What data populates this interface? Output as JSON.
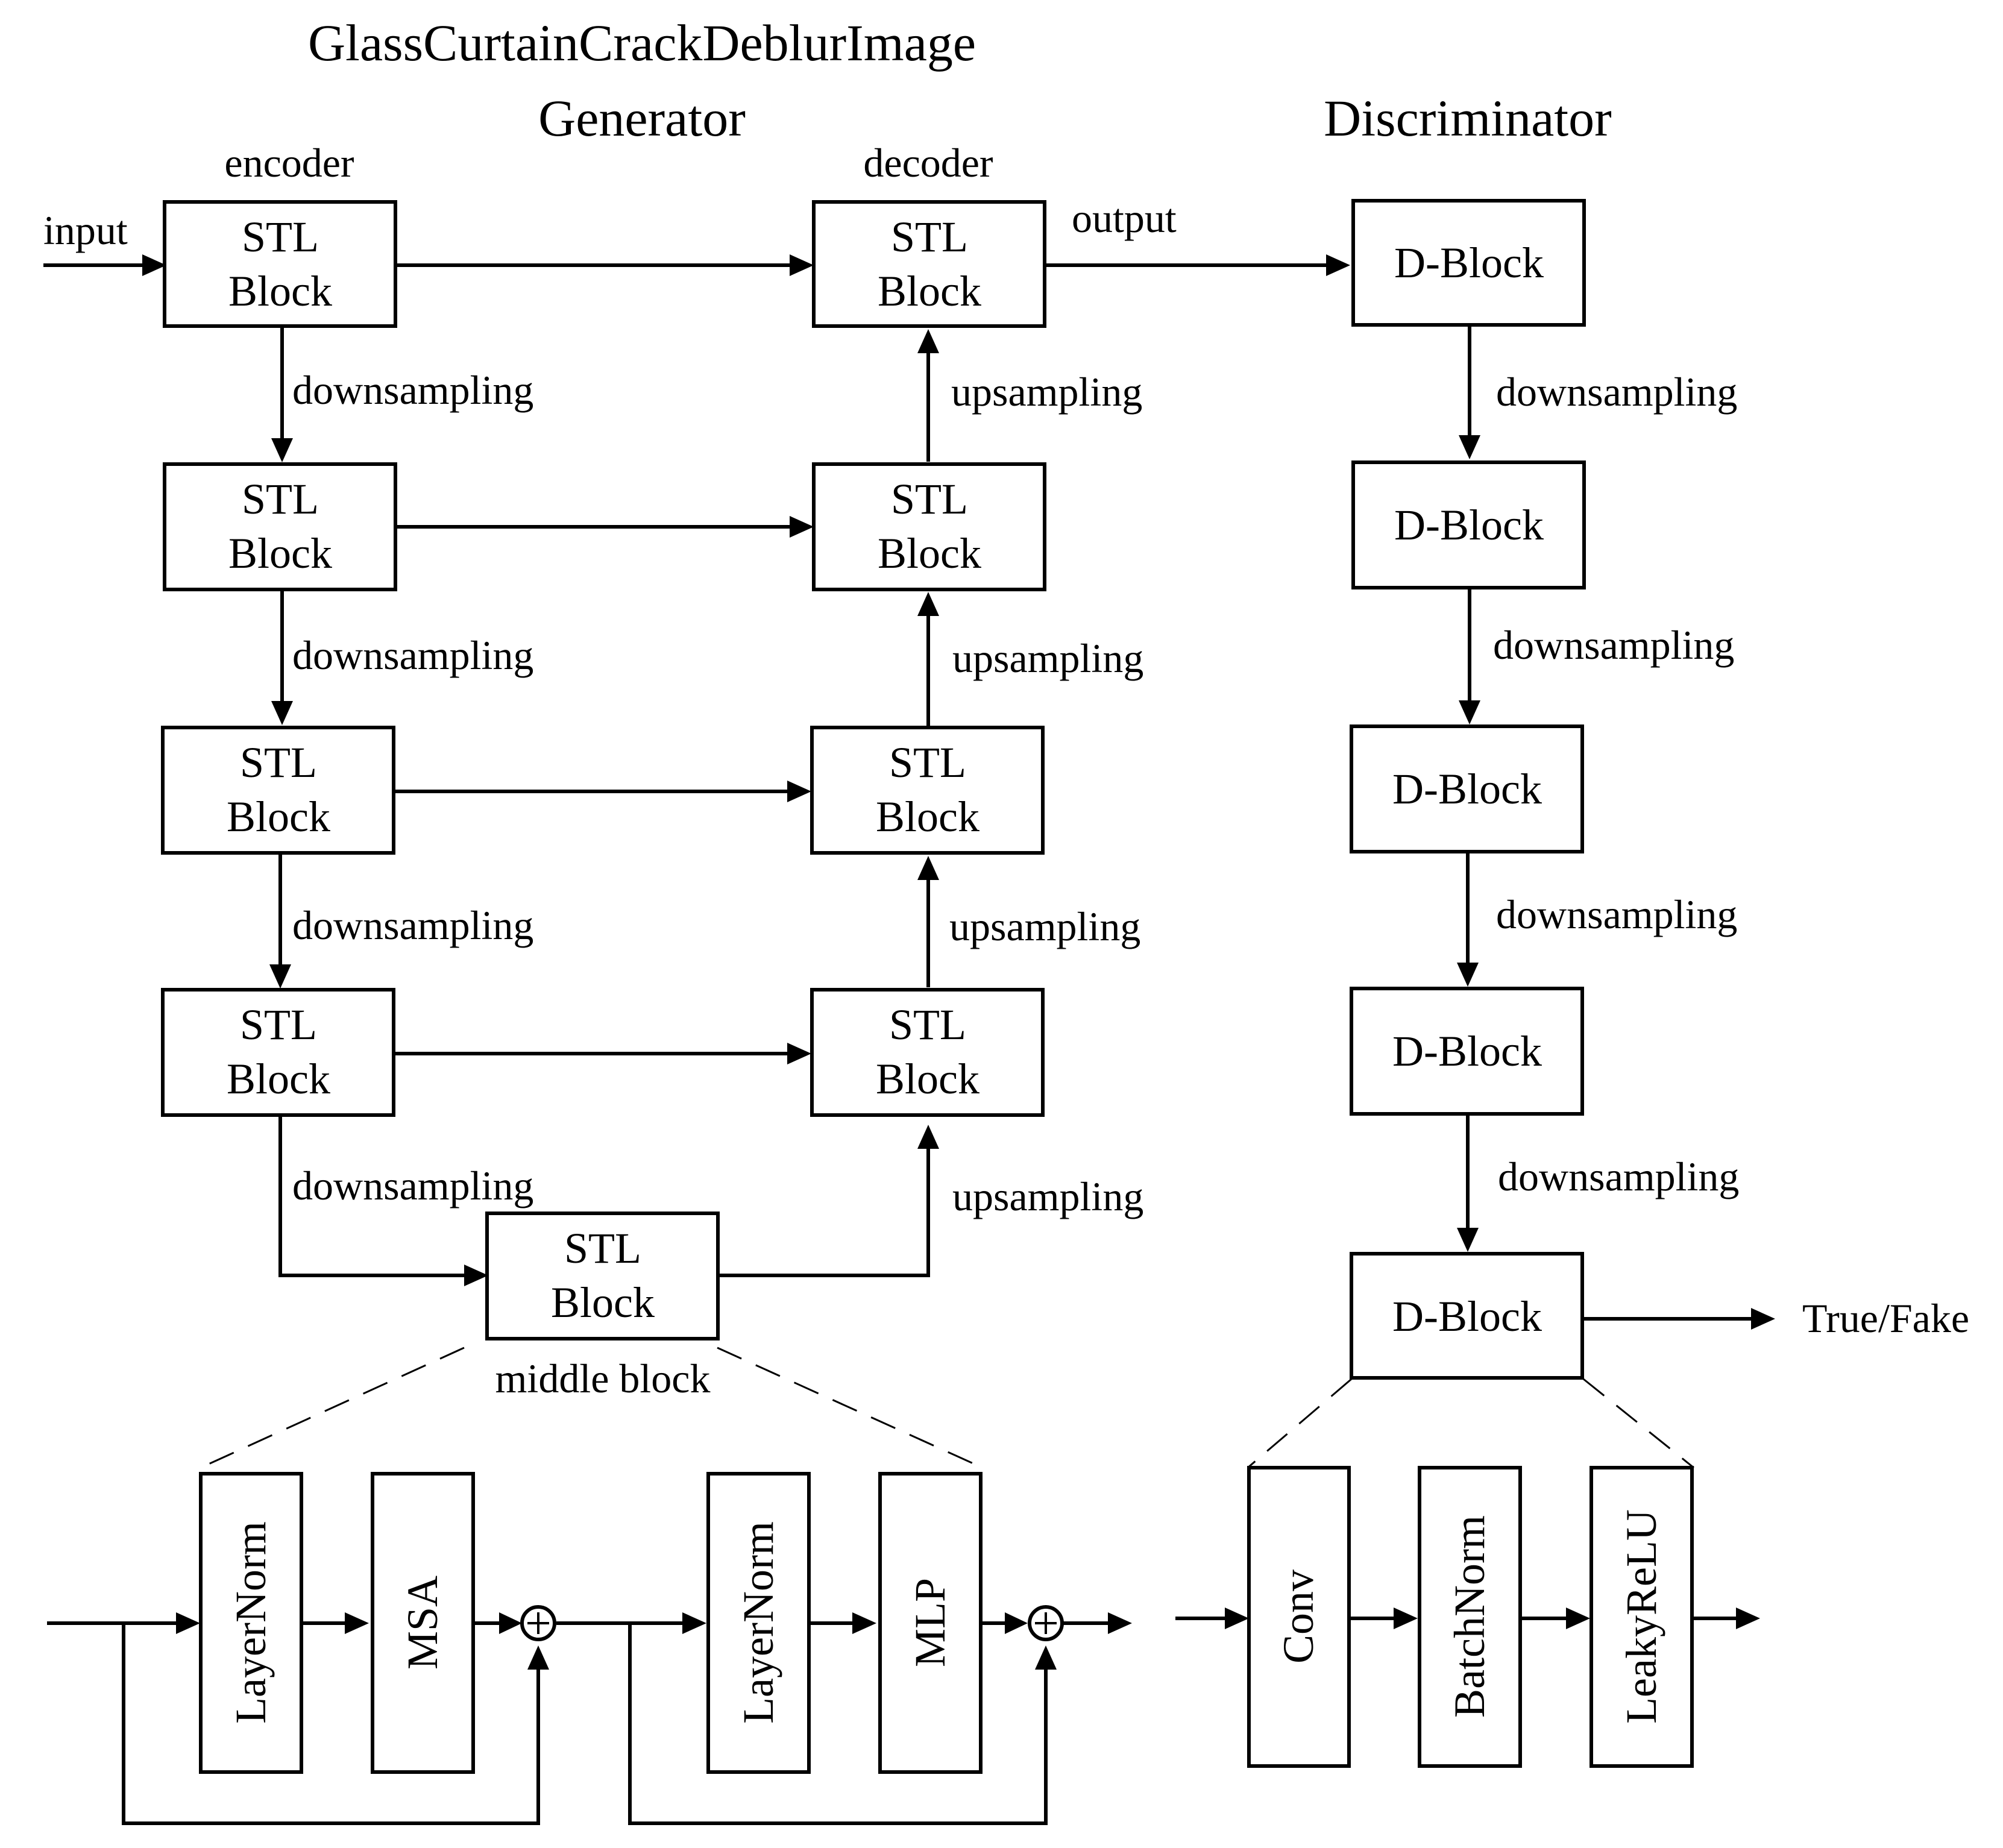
{
  "title": "GlassCurtainCrackDeblurImage",
  "generator": {
    "heading": "Generator",
    "encoder_label": "encoder",
    "decoder_label": "decoder",
    "input_label": "input",
    "output_label": "output",
    "block_line1": "STL",
    "block_line2": "Block",
    "down_label": "downsampling",
    "up_label": "upsampling",
    "middle_label": "middle block"
  },
  "discriminator": {
    "heading": "Discriminator",
    "block_label": "D-Block",
    "down_label": "downsampling",
    "result_label": "True/Fake"
  },
  "stl_detail": {
    "layers": [
      "LayerNorm",
      "MSA",
      "LayerNorm",
      "MLP"
    ],
    "residual_symbol": "+"
  },
  "dblock_detail": {
    "layers": [
      "Conv",
      "BatchNorm",
      "LeakyReLU"
    ]
  }
}
